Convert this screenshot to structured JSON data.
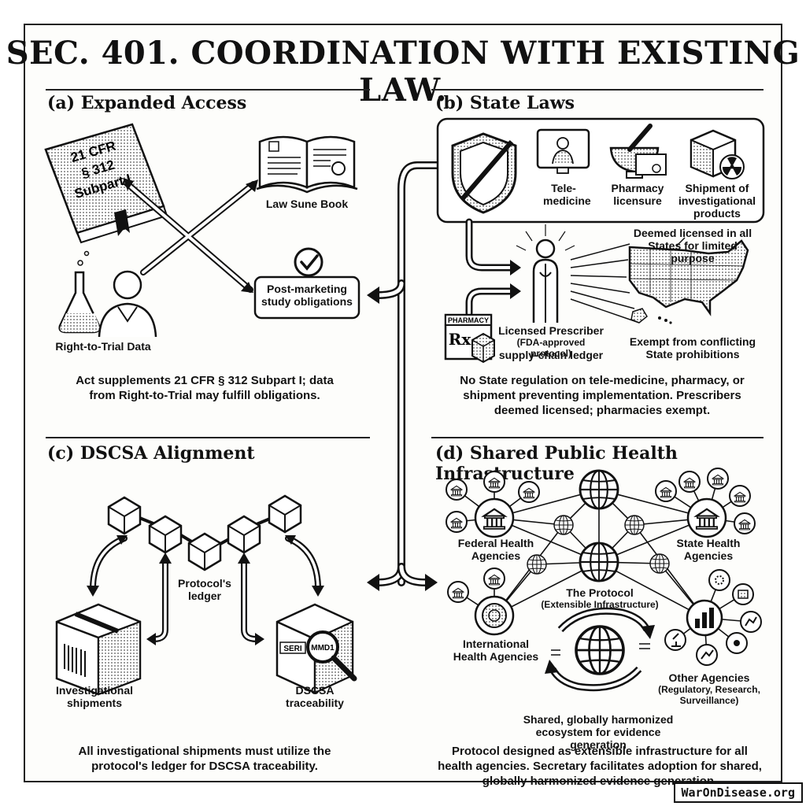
{
  "title": "SEC. 401. COORDINATION WITH EXISTING LAW.",
  "colors": {
    "ink": "#111111",
    "paper": "#fdfdfb",
    "shade": "#bdbdbd"
  },
  "expanded_access": {
    "heading": "(a) Expanded Access",
    "book_text": [
      "21 CFR",
      "§ 312",
      "Subpart I"
    ],
    "law_book_label": "Law Sune Book",
    "obligations_label": "Post-marketing study obligations",
    "trial_data_label": "Right-to-Trial Data",
    "caption": "Act supplements 21 CFR § 312 Subpart I; data from Right-to-Trial may fulfill obligations."
  },
  "state_laws": {
    "heading": "(b) State Laws",
    "telemedicine_label": "Tele-medicine",
    "pharmacy_license_label": "Pharmacy licensure",
    "shipment_label": "Shipment of investigational products",
    "deemed_label": "Deemed licensed in all States for limited purpose",
    "prescriber_label": "Licensed Prescriber",
    "protocol_note": "(FDA-approved protocol)",
    "ledger_label": "supply-chain ledger",
    "pharmacy_sign": "PHARMACY",
    "rx_symbol": "Rx",
    "exempt_label": "Exempt from conflicting State prohibitions",
    "caption": "No State regulation on tele-medicine, pharmacy, or shipment preventing implementation. Prescribers deemed licensed; pharmacies exempt."
  },
  "dscsa": {
    "heading": "(c) DSCSA Alignment",
    "ledger_label": "Protocol's ledger",
    "shipments_label": "Investigational shipments",
    "traceability_label": "DSCSA traceability",
    "serial_tag": "SERI",
    "lot_tag": "MMD1",
    "caption": "All investigational shipments must utilize the protocol's ledger for DSCSA traceability."
  },
  "infrastructure": {
    "heading": "(d) Shared Public Health Infrastructure",
    "federal_label": "Federal Health Agencies",
    "state_label": "State Health Agencies",
    "protocol_label": "The Protocol",
    "protocol_sub": "(Extensible Infrastructure)",
    "international_label": "International Health Agencies",
    "other_label": "Other Agencies",
    "other_sub": "(Regulatory, Research, Surveillance)",
    "ecosystem_label": "Shared, globally harmonized ecosystem for evidence generation",
    "caption": "Protocol designed as extensible infrastructure for all health agencies. Secretary facilitates adoption for shared, globally harmonized evidence generation."
  },
  "watermark": "WarOnDisease.org"
}
